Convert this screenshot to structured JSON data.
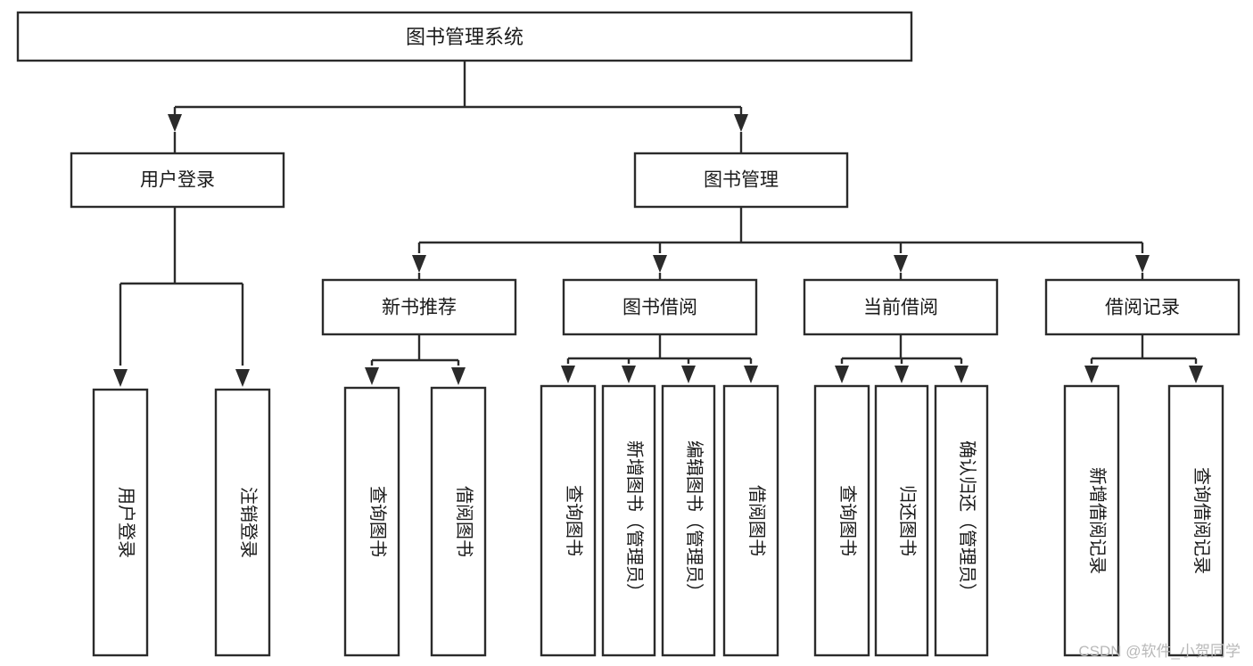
{
  "diagram": {
    "type": "tree-hierarchy",
    "title": "图书管理系统",
    "watermark": "CSDN @软件_小贺同学",
    "colors": {
      "background": "#ffffff",
      "stroke": "#2b2b2b",
      "text": "#1a1a1a",
      "watermark": "#b9b9b9"
    },
    "nodes": {
      "root": {
        "label": "图书管理系统"
      },
      "level2": [
        {
          "id": "user-login",
          "label": "用户登录"
        },
        {
          "id": "book-manage",
          "label": "图书管理"
        }
      ],
      "level3": [
        {
          "id": "new-book-recommend",
          "label": "新书推荐"
        },
        {
          "id": "book-borrow",
          "label": "图书借阅"
        },
        {
          "id": "current-borrow",
          "label": "当前借阅"
        },
        {
          "id": "borrow-record",
          "label": "借阅记录"
        }
      ],
      "leaves": {
        "user-login": [
          {
            "id": "leaf-user-login",
            "label": "用户登录"
          },
          {
            "id": "leaf-logout-login",
            "label": "注销登录"
          }
        ],
        "new-book-recommend": [
          {
            "id": "leaf-query-book-1",
            "label": "查询图书"
          },
          {
            "id": "leaf-borrow-book-1",
            "label": "借阅图书"
          }
        ],
        "book-borrow": [
          {
            "id": "leaf-query-book-2",
            "label": "查询图书"
          },
          {
            "id": "leaf-add-book",
            "label": "新增图书（管理员）"
          },
          {
            "id": "leaf-edit-book",
            "label": "编辑图书（管理员）"
          },
          {
            "id": "leaf-borrow-book-2",
            "label": "借阅图书"
          }
        ],
        "current-borrow": [
          {
            "id": "leaf-query-book-3",
            "label": "查询图书"
          },
          {
            "id": "leaf-return-book",
            "label": "归还图书"
          },
          {
            "id": "leaf-confirm-return",
            "label": "确认归还（管理员）"
          }
        ],
        "borrow-record": [
          {
            "id": "leaf-add-record",
            "label": "新增借阅记录"
          },
          {
            "id": "leaf-query-record",
            "label": "查询借阅记录"
          }
        ]
      }
    }
  }
}
